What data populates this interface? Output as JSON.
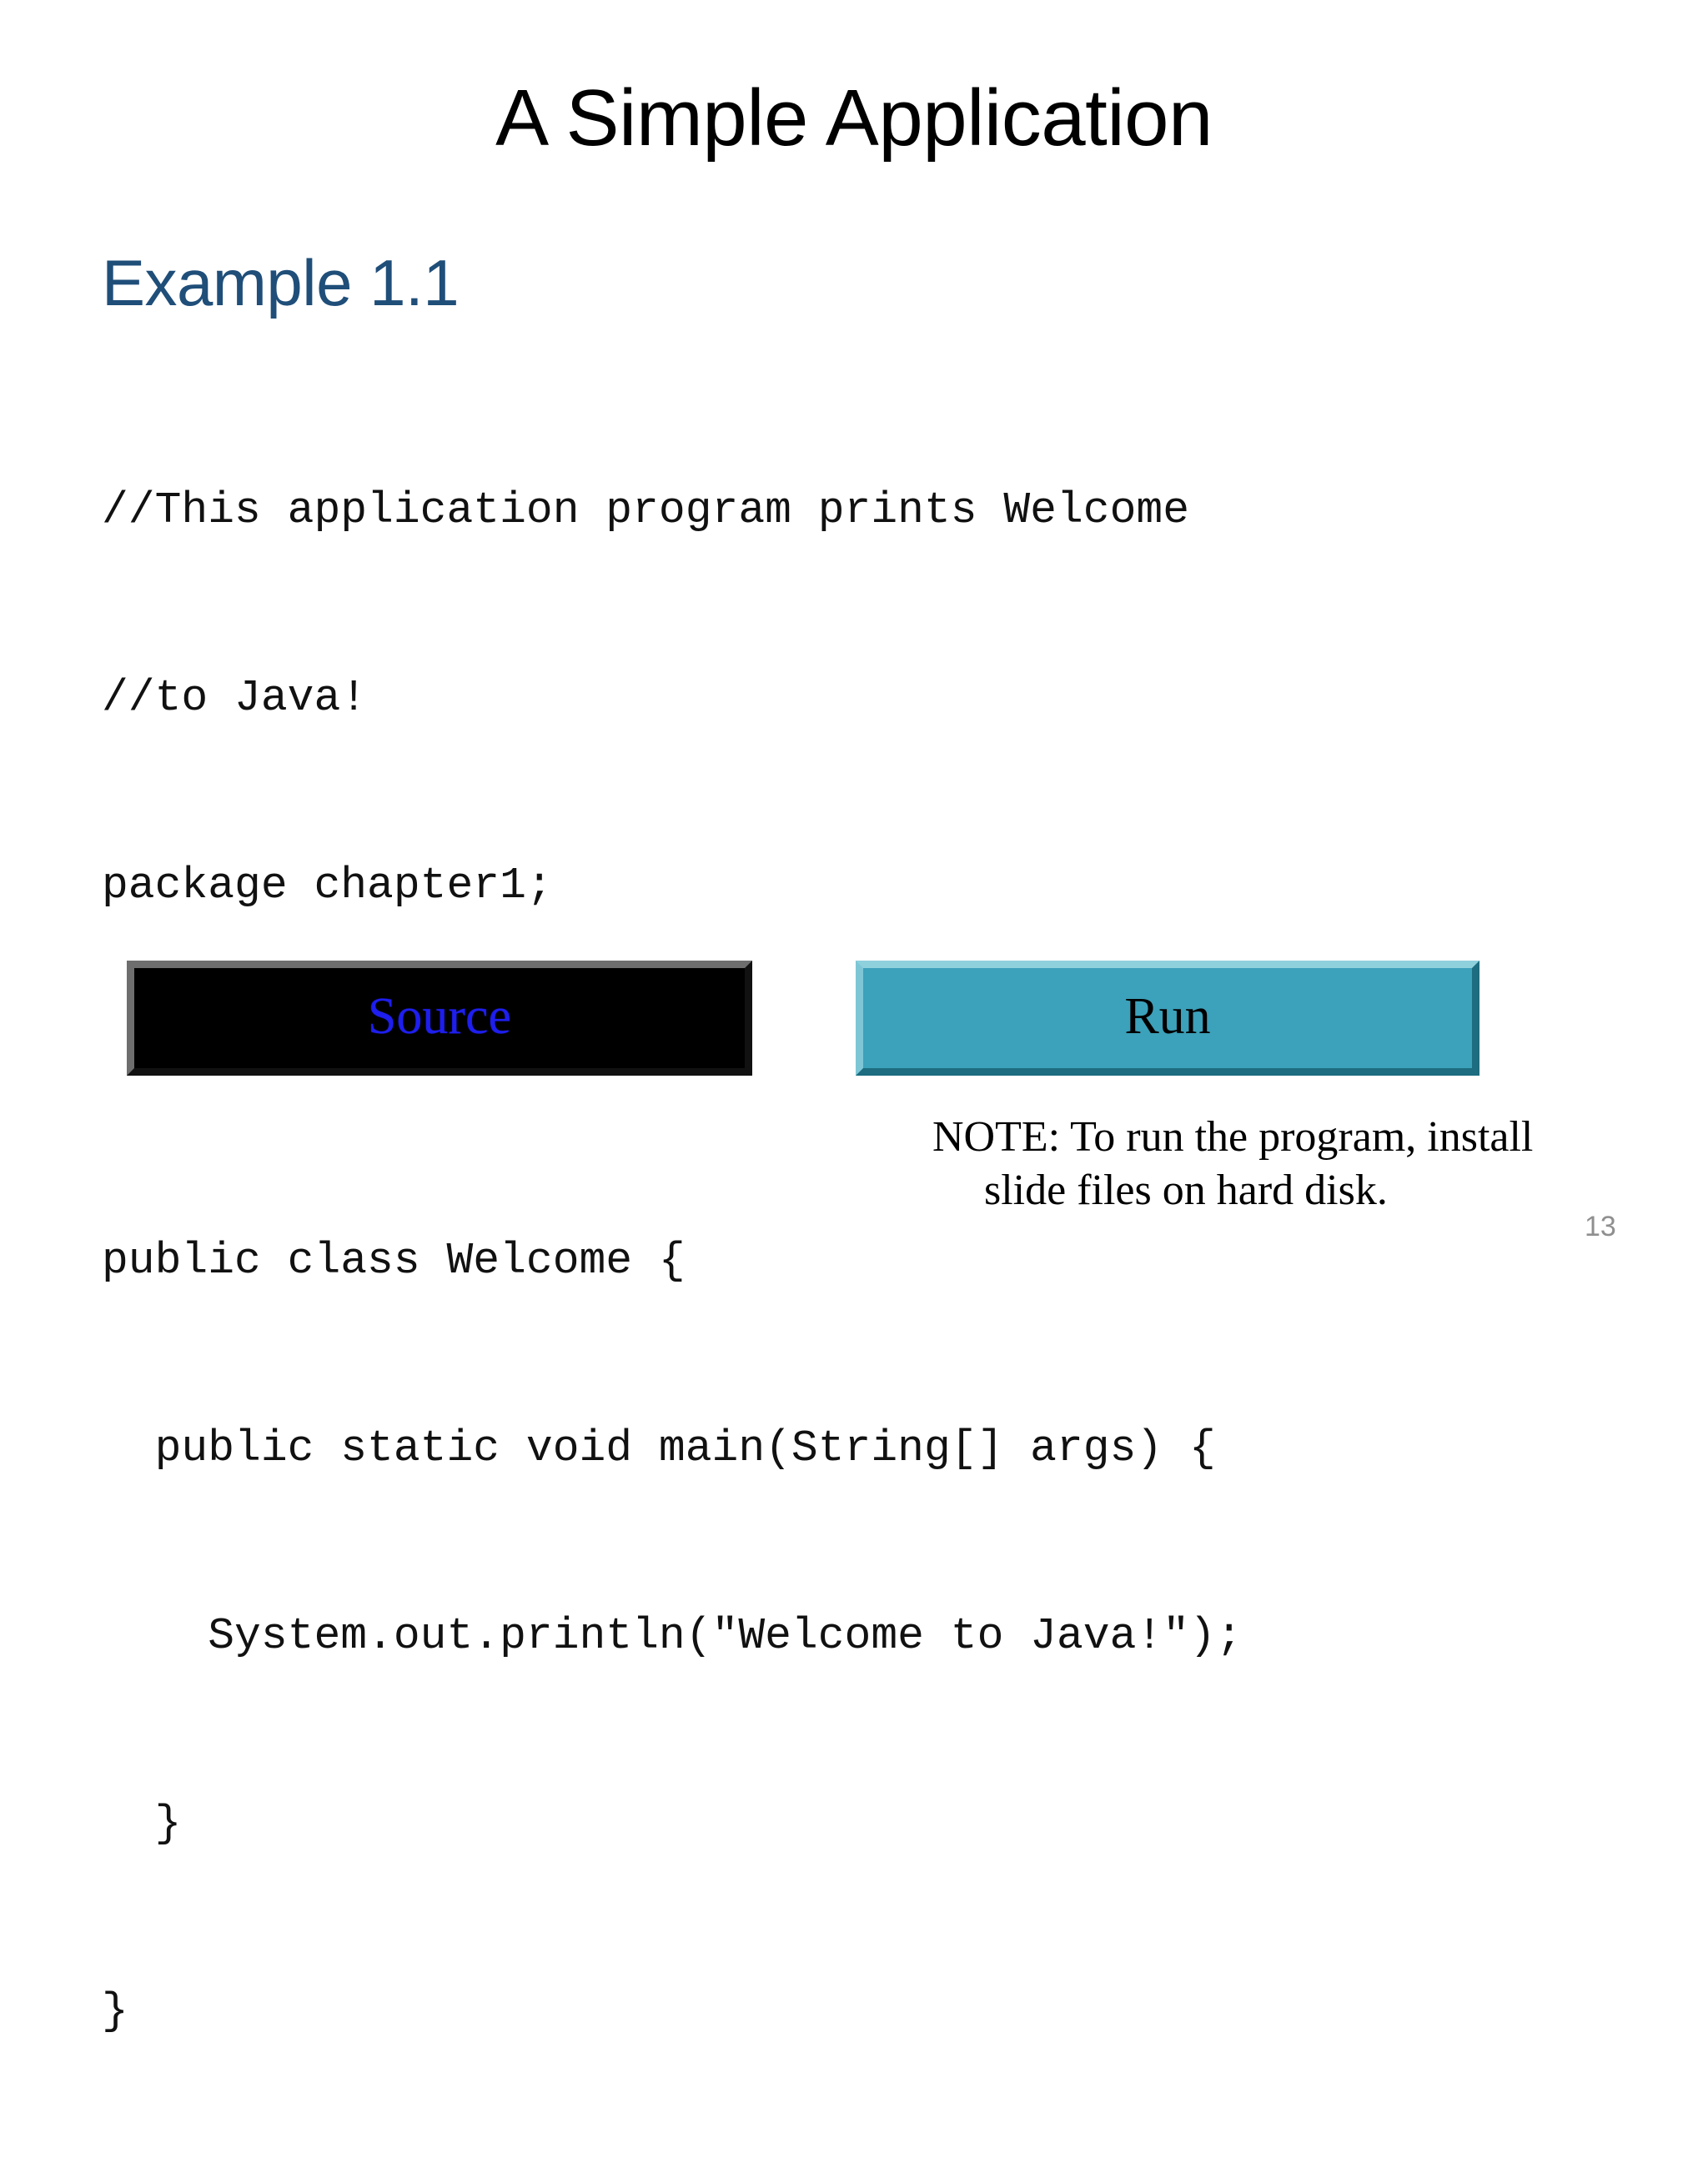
{
  "slide": {
    "title": "A Simple Application",
    "page_number": "13",
    "background_color": "#FFFFFF",
    "heading": {
      "text": "Example 1.1",
      "color": "#1F4E79"
    },
    "code": {
      "language": "java",
      "lines": [
        "//This application program prints Welcome",
        "//to Java!",
        "package chapter1;",
        "",
        "public class Welcome {",
        "  public static void main(String[] args) {",
        "    System.out.println(\"Welcome to Java!\");",
        "  }",
        "}"
      ]
    },
    "buttons": [
      {
        "name": "source",
        "label": "Source",
        "background_color": "#000000",
        "text_color": "#1E1EEE"
      },
      {
        "name": "run",
        "label": "Run",
        "background_color": "#3CA1BA",
        "text_color": "#000000"
      }
    ],
    "note": {
      "text": "NOTE: To run the program, install slide files on hard disk."
    }
  }
}
